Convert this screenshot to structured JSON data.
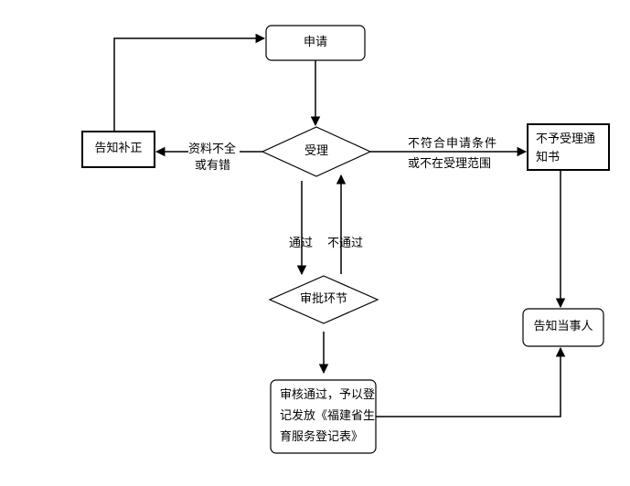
{
  "nodes": {
    "apply": "申请",
    "accept": "受理",
    "notify_fix": "告知补正",
    "not_accept_notice_line1": "不予受理通",
    "not_accept_notice_line2": "知书",
    "review": "审批环节",
    "notify_party": "告知当事人",
    "approved_line1": "审核通过，予以登",
    "approved_line2": "记发放《福建省生",
    "approved_line3": "育服务登记表》"
  },
  "edges": {
    "incomplete_line1": "资料不全",
    "incomplete_line2": "或有错",
    "not_qualified_line1": "不符合申请条件",
    "not_qualified_line2": "或不在受理范围",
    "pass": "通过",
    "fail": "不通过"
  }
}
